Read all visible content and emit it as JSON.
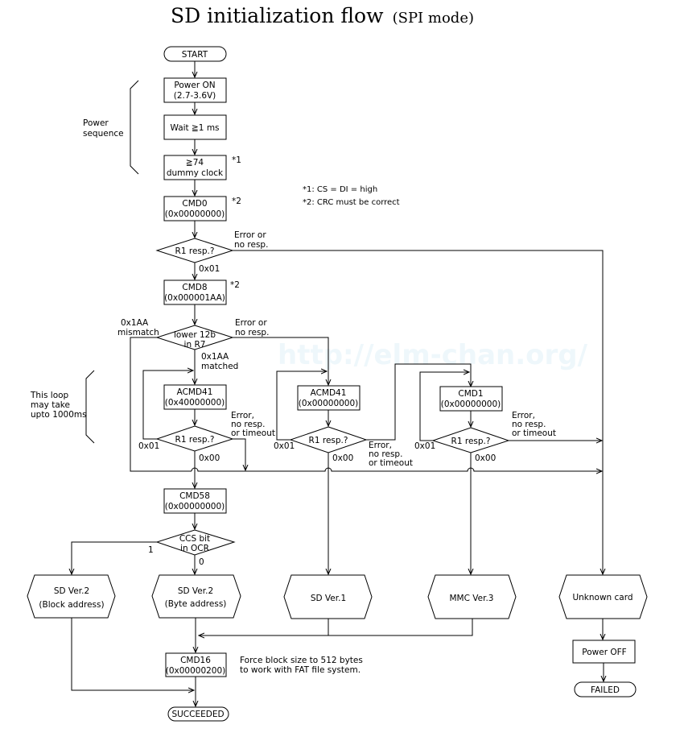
{
  "title": {
    "main": "SD initialization flow",
    "sub": "(SPI mode)"
  },
  "watermark": "http://elm-chan.org/",
  "notes": {
    "n1": "*1: CS = DI = high",
    "n2": "*2: CRC must be correct",
    "mark1": "*1",
    "mark2": "*2",
    "power_sequence": [
      "Power",
      "sequence"
    ],
    "loop": [
      "This loop",
      "may take",
      "upto 1000ms"
    ],
    "force_block": [
      "Force block size to 512 bytes",
      "to work with FAT file system."
    ]
  },
  "nodes": {
    "start": "START",
    "power_on": [
      "Power ON",
      "(2.7-3.6V)"
    ],
    "wait": "Wait  ≧1 ms",
    "dummy_clock": [
      "≧74",
      "dummy clock"
    ],
    "cmd0": [
      "CMD0",
      "(0x00000000)"
    ],
    "r1_resp_1": "R1 resp.?",
    "cmd8": [
      "CMD8",
      "(0x000001AA)"
    ],
    "lower12b": [
      "lower 12b",
      "in R7"
    ],
    "acmd41_hcs": [
      "ACMD41",
      "(0x40000000)"
    ],
    "r1_resp_2": "R1 resp.?",
    "acmd41": [
      "ACMD41",
      "(0x00000000)"
    ],
    "r1_resp_3": "R1 resp.?",
    "cmd1": [
      "CMD1",
      "(0x00000000)"
    ],
    "r1_resp_4": "R1 resp.?",
    "cmd58": [
      "CMD58",
      "(0x00000000)"
    ],
    "ccs_bit": [
      "CCS bit",
      "in OCR"
    ],
    "sd_v2_block": [
      "SD Ver.2",
      "(Block address)"
    ],
    "sd_v2_byte": [
      "SD Ver.2",
      "(Byte address)"
    ],
    "sd_v1": "SD Ver.1",
    "mmc_v3": "MMC Ver.3",
    "unknown": "Unknown card",
    "cmd16": [
      "CMD16",
      "(0x00000200)"
    ],
    "succeeded": "SUCCEEDED",
    "power_off": "Power OFF",
    "failed": "FAILED"
  },
  "edges": {
    "err_no_resp": [
      "Error or",
      "no resp."
    ],
    "ok_0x01": "0x01",
    "mismatch": [
      "0x1AA",
      "mismatch"
    ],
    "matched": [
      "0x1AA",
      "matched"
    ],
    "err_timeout": [
      "Error,",
      "no resp.",
      "or timeout"
    ],
    "loop_0x01": "0x01",
    "ok_0x00": "0x00",
    "ccs_1": "1",
    "ccs_0": "0"
  }
}
